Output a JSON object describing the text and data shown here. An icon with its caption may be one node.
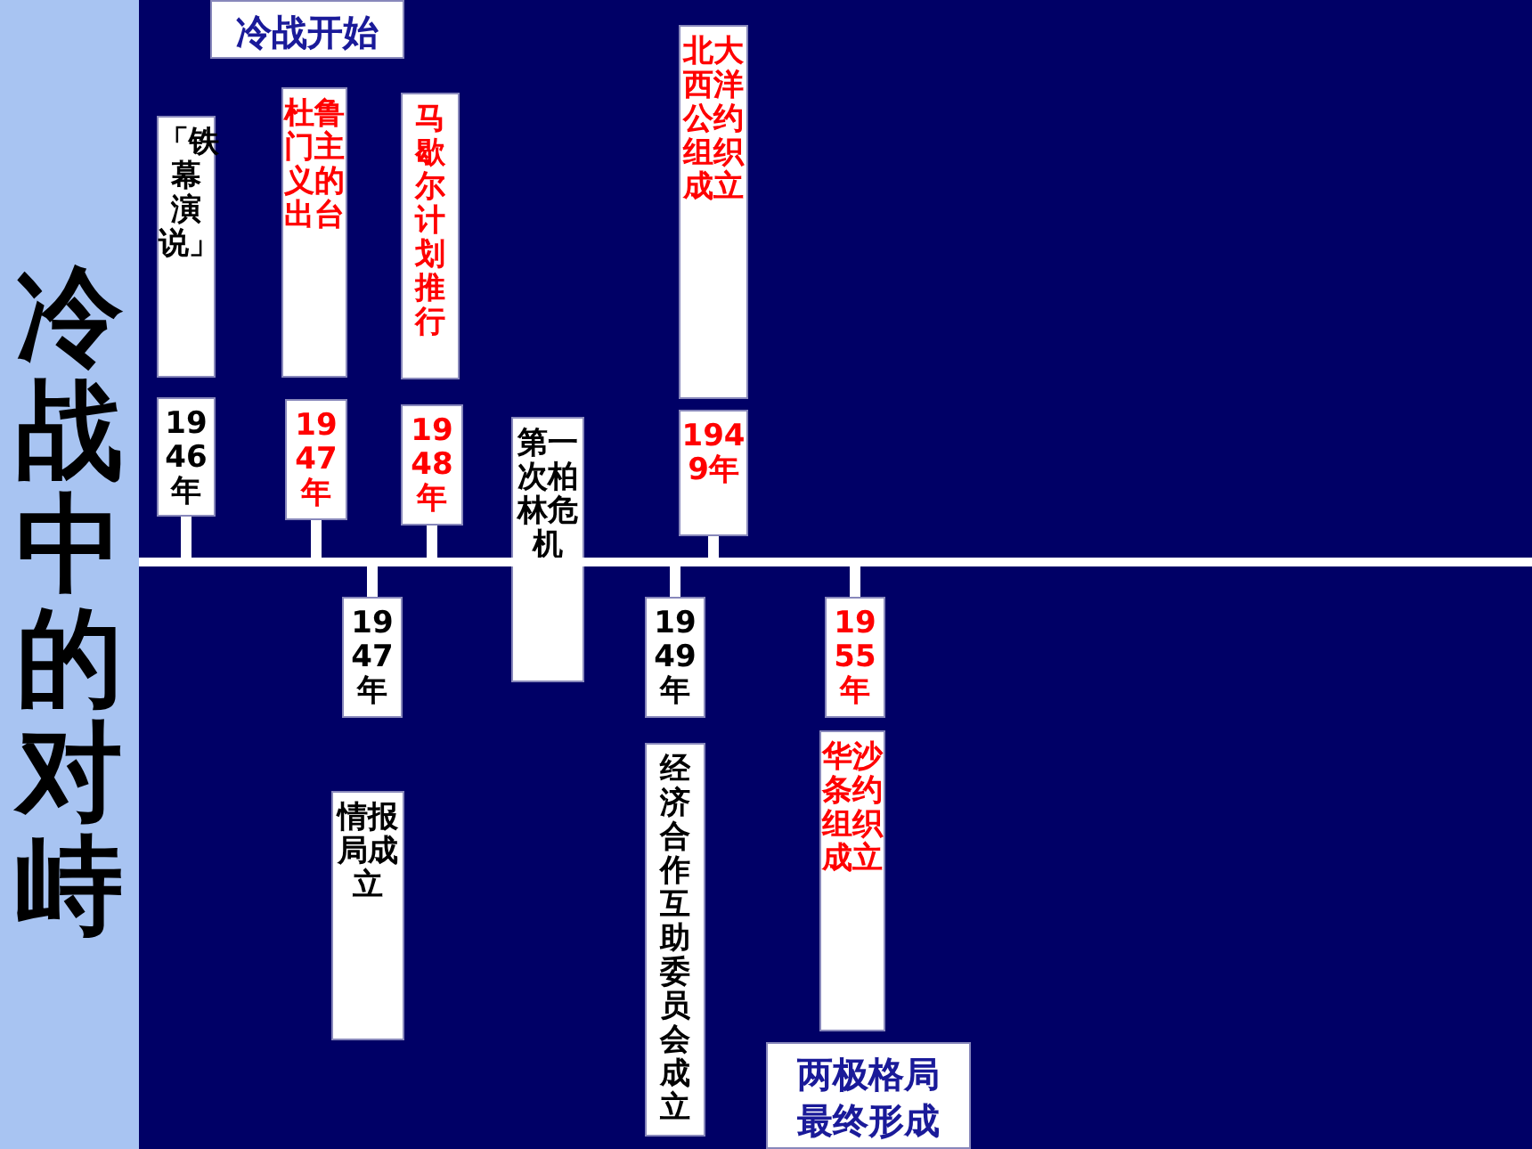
{
  "diagram": {
    "title": "冷战中的对峙",
    "nodes": [
      {
        "text": [
          "冷战开始"
        ]
      },
      {
        "text": [
          "「铁幕演说」"
        ]
      },
      {
        "text": [
          "1946年"
        ]
      },
      {
        "text": [
          "杜鲁门主义的出台"
        ]
      },
      {
        "text": [
          "1947年"
        ]
      },
      {
        "text": [
          "马歇尔计划推行"
        ]
      },
      {
        "text": [
          "1948年"
        ]
      },
      {
        "text": [
          "第一次柏林危机"
        ]
      },
      {
        "text": [
          "北大西洋公约组织成立"
        ]
      },
      {
        "text": [
          "1949年"
        ]
      },
      {
        "text": [],
        "shape": "bar"
      },
      {
        "text": [
          "1947年"
        ]
      },
      {
        "text": [
          "情报局成立"
        ]
      },
      {
        "text": [
          "1949年"
        ]
      },
      {
        "text": [
          "经济合作互助委员会成立"
        ]
      },
      {
        "text": [
          "1955年"
        ]
      },
      {
        "text": [
          "华沙条约组织成立"
        ]
      },
      {
        "text": [
          "两极格局最终形成"
        ]
      }
    ],
    "edges": [
      {
        "from": 2,
        "to": 10,
        "arrow": "none"
      },
      {
        "from": 4,
        "to": 10,
        "arrow": "none"
      },
      {
        "from": 6,
        "to": 10,
        "arrow": "none"
      },
      {
        "from": 9,
        "to": 10,
        "arrow": "none"
      },
      {
        "from": 11,
        "to": 10,
        "arrow": "none"
      },
      {
        "from": 13,
        "to": 10,
        "arrow": "none"
      },
      {
        "from": 15,
        "to": 10,
        "arrow": "none"
      }
    ]
  }
}
